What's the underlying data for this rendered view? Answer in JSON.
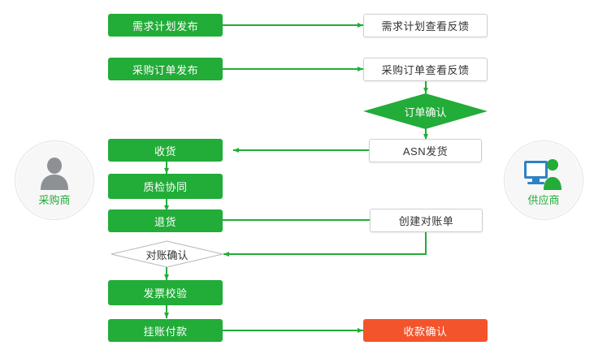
{
  "diagram": {
    "title": "",
    "colors": {
      "green": "#22ac38",
      "orange": "#f3542c",
      "white_fill": "#ffffff",
      "node_border": "#cfcfcf",
      "actor_bg": "#f7f7f7",
      "text_dark": "#333333"
    },
    "actors": [
      {
        "id": "buyer",
        "label": "采购商",
        "icon": "person-icon"
      },
      {
        "id": "supplier",
        "label": "供应商",
        "icon": "person-computer-icon"
      }
    ],
    "nodes": [
      {
        "id": "n1",
        "label": "需求计划发布",
        "style": "green",
        "shape": "rect"
      },
      {
        "id": "n2",
        "label": "需求计划查看反馈",
        "style": "white",
        "shape": "rect"
      },
      {
        "id": "n3",
        "label": "采购订单发布",
        "style": "green",
        "shape": "rect"
      },
      {
        "id": "n4",
        "label": "采购订单查看反馈",
        "style": "white",
        "shape": "rect"
      },
      {
        "id": "n5",
        "label": "订单确认",
        "style": "green-d",
        "shape": "diamond"
      },
      {
        "id": "n6",
        "label": "ASN发货",
        "style": "white",
        "shape": "rect"
      },
      {
        "id": "n7",
        "label": "收货",
        "style": "green",
        "shape": "rect"
      },
      {
        "id": "n8",
        "label": "质检协同",
        "style": "green",
        "shape": "rect"
      },
      {
        "id": "n9",
        "label": "退货",
        "style": "green",
        "shape": "rect"
      },
      {
        "id": "n10",
        "label": "创建对账单",
        "style": "white",
        "shape": "rect"
      },
      {
        "id": "n11",
        "label": "对账确认",
        "style": "white-d",
        "shape": "diamond"
      },
      {
        "id": "n12",
        "label": "发票校验",
        "style": "green",
        "shape": "rect"
      },
      {
        "id": "n13",
        "label": "挂账付款",
        "style": "green",
        "shape": "rect"
      },
      {
        "id": "n14",
        "label": "收款确认",
        "style": "orange",
        "shape": "rect"
      }
    ],
    "edges": [
      {
        "from": "n1",
        "to": "n2",
        "arrow": true
      },
      {
        "from": "n3",
        "to": "n4",
        "arrow": true
      },
      {
        "from": "n4",
        "to": "n5",
        "arrow": true
      },
      {
        "from": "n5",
        "to": "n6",
        "arrow": true
      },
      {
        "from": "n6",
        "to": "n7",
        "arrow": true
      },
      {
        "from": "n7",
        "to": "n8",
        "arrow": true
      },
      {
        "from": "n8",
        "to": "n9",
        "arrow": true
      },
      {
        "from": "n9",
        "to": "n10",
        "arrow": true
      },
      {
        "from": "n10",
        "to": "n11",
        "arrow": true
      },
      {
        "from": "n11",
        "to": "n12",
        "arrow": true
      },
      {
        "from": "n12",
        "to": "n13",
        "arrow": true
      },
      {
        "from": "n13",
        "to": "n14",
        "arrow": true
      }
    ]
  }
}
